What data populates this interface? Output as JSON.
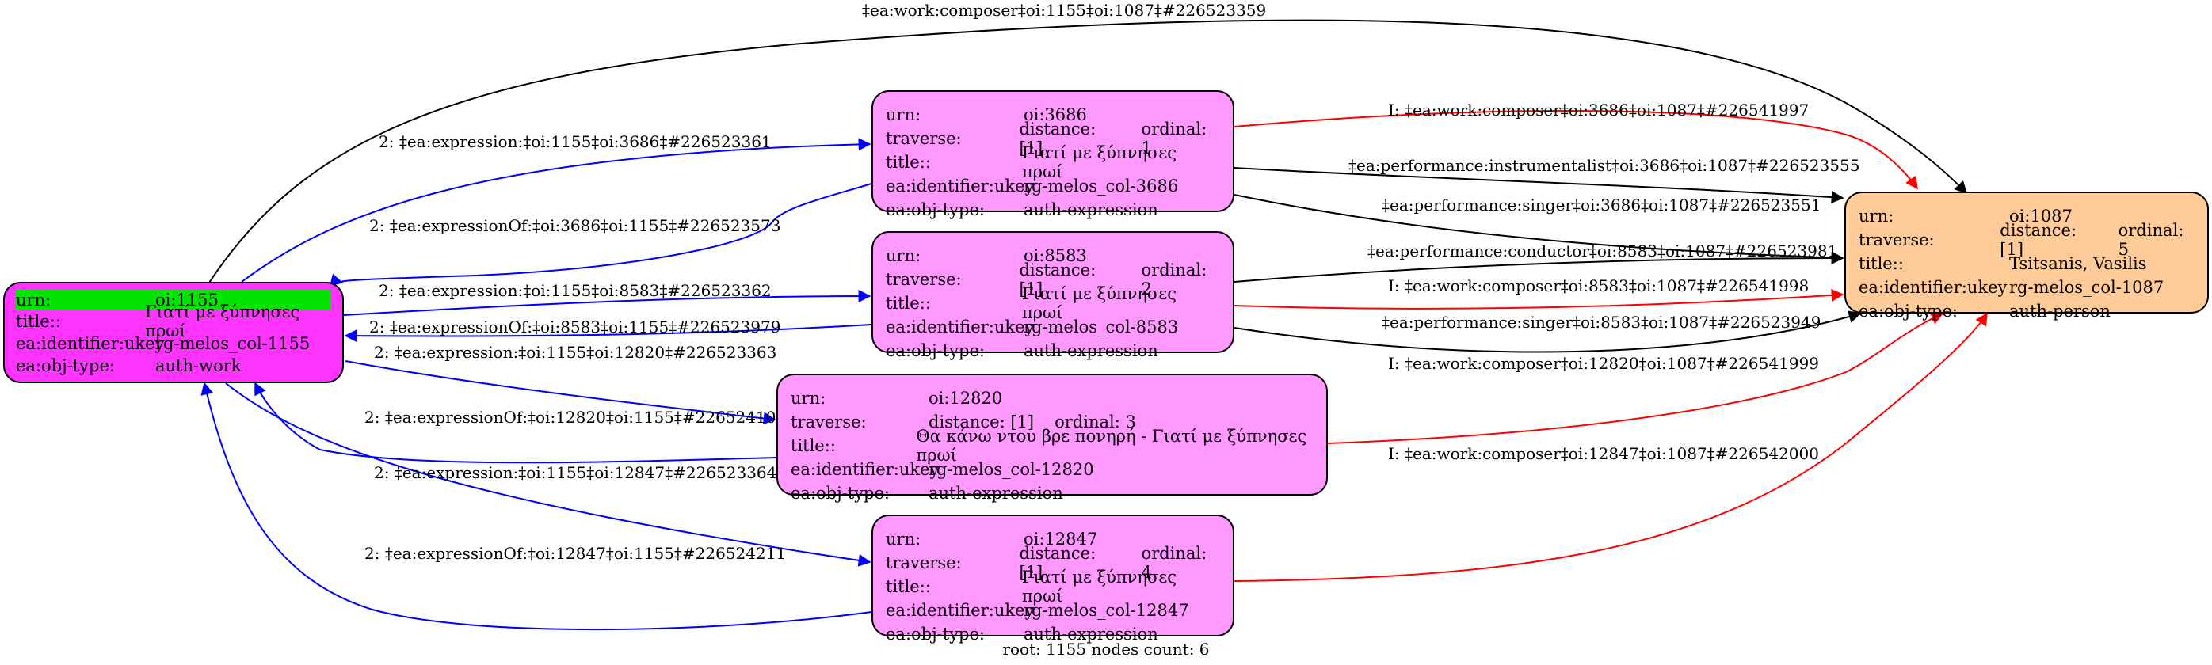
{
  "colors": {
    "work_node": "#ff33ff",
    "expression_node": "#ff99ff",
    "person_node": "#ffcc99",
    "highlight_row": "#00e400",
    "edge_blue": "#0000ff",
    "edge_red": "#ff0000",
    "edge_black": "#000000"
  },
  "nodes": {
    "n1155": {
      "rows": [
        {
          "key": "urn:",
          "value": "oi:1155"
        },
        {
          "key": "title::",
          "value": "Γιατί με ξύπνησες πρωί"
        },
        {
          "key": "ea:identifier:ukey",
          "value": "rg-melos_col-1155"
        },
        {
          "key": "ea:obj-type:",
          "value": "auth-work"
        }
      ]
    },
    "n3686": {
      "rows": [
        {
          "key": "urn:",
          "value": "oi:3686"
        },
        {
          "key": "traverse:",
          "value": "distance: [1]",
          "extra": "ordinal: 1"
        },
        {
          "key": "title::",
          "value": "Γιατί με ξύπνησες πρωί"
        },
        {
          "key": "ea:identifier:ukey",
          "value": "rg-melos_col-3686"
        },
        {
          "key": "ea:obj-type:",
          "value": "auth-expression"
        }
      ]
    },
    "n8583": {
      "rows": [
        {
          "key": "urn:",
          "value": "oi:8583"
        },
        {
          "key": "traverse:",
          "value": "distance: [1]",
          "extra": "ordinal: 2"
        },
        {
          "key": "title::",
          "value": "Γιατί με ξύπνησες πρωί"
        },
        {
          "key": "ea:identifier:ukey",
          "value": "rg-melos_col-8583"
        },
        {
          "key": "ea:obj-type:",
          "value": "auth-expression"
        }
      ]
    },
    "n12820": {
      "rows": [
        {
          "key": "urn:",
          "value": "oi:12820"
        },
        {
          "key": "traverse:",
          "value": "distance: [1]",
          "extra": "ordinal: 3"
        },
        {
          "key": "title::",
          "value": "Θα κάνω ντου βρε πονηρή - Γιατί με ξύπνησες πρωί"
        },
        {
          "key": "ea:identifier:ukey",
          "value": "rg-melos_col-12820"
        },
        {
          "key": "ea:obj-type:",
          "value": "auth-expression"
        }
      ]
    },
    "n12847": {
      "rows": [
        {
          "key": "urn:",
          "value": "oi:12847"
        },
        {
          "key": "traverse:",
          "value": "distance: [1]",
          "extra": "ordinal: 4"
        },
        {
          "key": "title::",
          "value": "Γιατί με ξύπνησες πρωί"
        },
        {
          "key": "ea:identifier:ukey",
          "value": "rg-melos_col-12847"
        },
        {
          "key": "ea:obj-type:",
          "value": "auth-expression"
        }
      ]
    },
    "n1087": {
      "rows": [
        {
          "key": "urn:",
          "value": "oi:1087"
        },
        {
          "key": "traverse:",
          "value": "distance: [1]",
          "extra": "ordinal: 5"
        },
        {
          "key": "title::",
          "value": "Tsitsanis, Vasilis"
        },
        {
          "key": "ea:identifier:ukey",
          "value": "rg-melos_col-1087"
        },
        {
          "key": "ea:obj-type:",
          "value": "auth-person"
        }
      ]
    }
  },
  "edges": [
    {
      "label": "‡ea:work:composer‡oi:1155‡oi:1087‡#226523359",
      "color": "black"
    },
    {
      "label": "2: ‡ea:expression:‡oi:1155‡oi:3686‡#226523361",
      "color": "blue"
    },
    {
      "label": "2: ‡ea:expressionOf:‡oi:3686‡oi:1155‡#226523573",
      "color": "blue"
    },
    {
      "label": "2: ‡ea:expression:‡oi:1155‡oi:8583‡#226523362",
      "color": "blue"
    },
    {
      "label": "2: ‡ea:expressionOf:‡oi:8583‡oi:1155‡#226523979",
      "color": "blue"
    },
    {
      "label": "2: ‡ea:expression:‡oi:1155‡oi:12820‡#226523363",
      "color": "blue"
    },
    {
      "label": "2: ‡ea:expressionOf:‡oi:12820‡oi:1155‡#226524109",
      "color": "blue"
    },
    {
      "label": "2: ‡ea:expression:‡oi:1155‡oi:12847‡#226523364",
      "color": "blue"
    },
    {
      "label": "2: ‡ea:expressionOf:‡oi:12847‡oi:1155‡#226524211",
      "color": "blue"
    },
    {
      "label": "I: ‡ea:work:composer‡oi:3686‡oi:1087‡#226541997",
      "color": "red"
    },
    {
      "label": "‡ea:performance:instrumentalist‡oi:3686‡oi:1087‡#226523555",
      "color": "black"
    },
    {
      "label": "‡ea:performance:singer‡oi:3686‡oi:1087‡#226523551",
      "color": "black"
    },
    {
      "label": "‡ea:performance:conductor‡oi:8583‡oi:1087‡#226523981",
      "color": "black"
    },
    {
      "label": "I: ‡ea:work:composer‡oi:8583‡oi:1087‡#226541998",
      "color": "red"
    },
    {
      "label": "‡ea:performance:singer‡oi:8583‡oi:1087‡#226523949",
      "color": "black"
    },
    {
      "label": "I: ‡ea:work:composer‡oi:12820‡oi:1087‡#226541999",
      "color": "red"
    },
    {
      "label": "I: ‡ea:work:composer‡oi:12847‡oi:1087‡#226542000",
      "color": "red"
    }
  ],
  "footer": "root: 1155 nodes count: 6"
}
